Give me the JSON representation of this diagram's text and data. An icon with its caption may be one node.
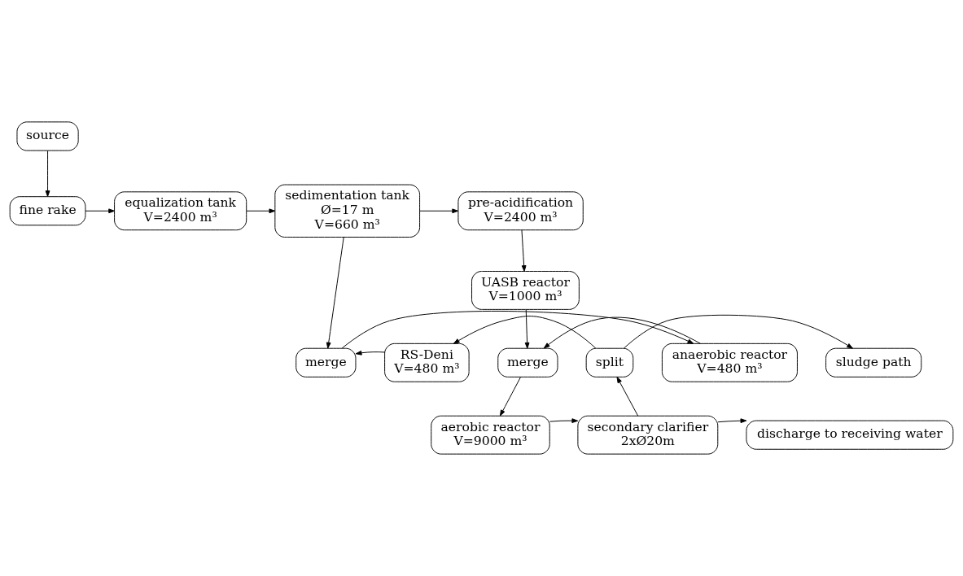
{
  "diagram": {
    "nodes": [
      {
        "text": [
          "source"
        ]
      },
      {
        "text": [
          "fine rake"
        ]
      },
      {
        "text": [
          "equalization tank",
          "V=2400 m³"
        ]
      },
      {
        "text": [
          "sedimentation tank",
          "Ø=17 m",
          "V=660 m³"
        ]
      },
      {
        "text": [
          "pre-acidification",
          "V=2400 m³"
        ]
      },
      {
        "text": [
          "UASB reactor",
          "V=1000 m³"
        ]
      },
      {
        "text": [
          "merge"
        ]
      },
      {
        "text": [
          "anaerobic reactor",
          "V=480 m³"
        ]
      },
      {
        "text": [
          "merge"
        ]
      },
      {
        "text": [
          "RS-Deni",
          "V=480 m³"
        ]
      },
      {
        "text": [
          "split"
        ]
      },
      {
        "text": [
          "sludge path"
        ]
      },
      {
        "text": [
          "aerobic reactor",
          "V=9000 m³"
        ]
      },
      {
        "text": [
          "secondary clarifier",
          "2xØ20m"
        ]
      },
      {
        "text": [
          "discharge to receiving water"
        ]
      }
    ],
    "edges": [
      {
        "from": 0,
        "to": 1,
        "arrow": "to"
      },
      {
        "from": 1,
        "to": 2,
        "arrow": "to"
      },
      {
        "from": 2,
        "to": 3,
        "arrow": "to"
      },
      {
        "from": 3,
        "to": 4,
        "arrow": "to"
      },
      {
        "from": 4,
        "to": 5,
        "arrow": "to"
      },
      {
        "from": 5,
        "to": 6,
        "arrow": "to"
      },
      {
        "from": 3,
        "to": 8,
        "arrow": "to"
      },
      {
        "from": 9,
        "to": 8,
        "arrow": "to"
      },
      {
        "from": 8,
        "to": 7,
        "arrow": "to"
      },
      {
        "from": 7,
        "to": 6,
        "arrow": "to"
      },
      {
        "from": 6,
        "to": 12,
        "arrow": "to"
      },
      {
        "from": 12,
        "to": 13,
        "arrow": "to"
      },
      {
        "from": 13,
        "to": 10,
        "arrow": "to"
      },
      {
        "from": 10,
        "to": 9,
        "arrow": "to"
      },
      {
        "from": 10,
        "to": 11,
        "arrow": "to"
      },
      {
        "from": 13,
        "to": 14,
        "arrow": "to"
      }
    ]
  }
}
